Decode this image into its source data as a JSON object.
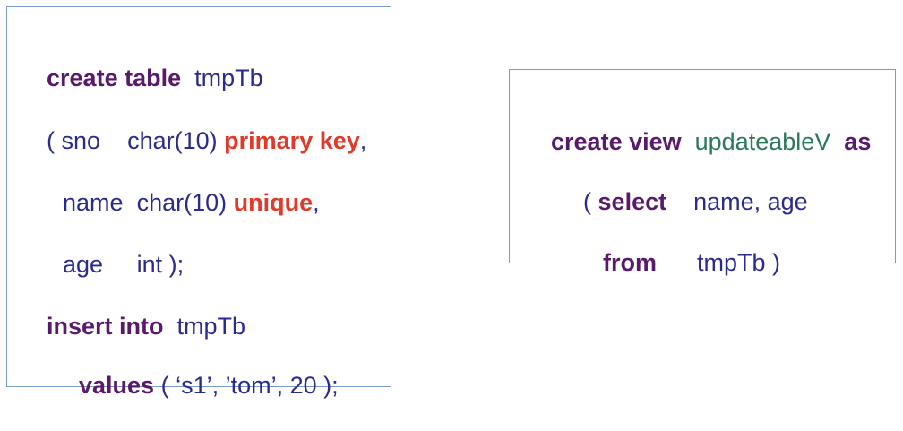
{
  "colors": {
    "keyword": "#5a1a6b",
    "constraint": "#e03a2a",
    "identifier": "#2b2b8f",
    "view_name": "#2a7a5a",
    "border": "#7a9cc8"
  },
  "left": {
    "l1": {
      "kw": "create table",
      "name": "tmpTb"
    },
    "l2": {
      "paren": "(",
      "col": "sno",
      "type": "char(10)",
      "constraint": "primary key",
      "comma": ","
    },
    "l3": {
      "col": "name",
      "type": "char(10)",
      "constraint": "unique",
      "comma": ","
    },
    "l4": {
      "col": "age",
      "type": "int );"
    },
    "l5": {
      "kw": "insert into",
      "name": "tmpTb"
    },
    "l6": {
      "kw": "values",
      "rest": "( ‘s1’, ’tom’, 20 );"
    }
  },
  "right": {
    "l1": {
      "kw": "create view",
      "name": "updateableV",
      "kw2": "as"
    },
    "l2": {
      "paren": "(",
      "kw": "select",
      "cols": "name, age"
    },
    "l3": {
      "kw": "from",
      "rest": "tmpTb )"
    }
  }
}
